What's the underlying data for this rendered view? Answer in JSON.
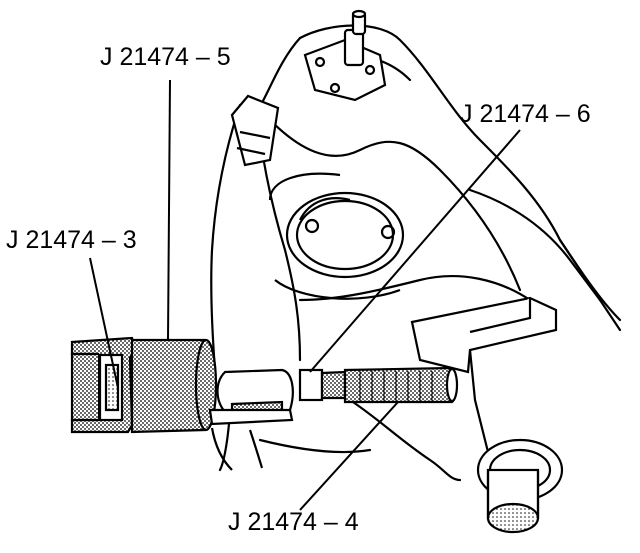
{
  "figure": {
    "callouts": {
      "part5": "J 21474 – 5",
      "part6": "J 21474 – 6",
      "part3": "J 21474 – 3",
      "part4": "J 21474 – 4"
    }
  }
}
